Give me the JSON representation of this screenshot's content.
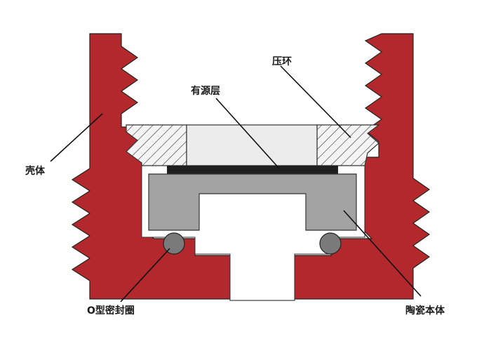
{
  "labels": {
    "shell": "壳体",
    "active_layer": "有源层",
    "press_ring": "压环",
    "o_ring": "O型密封圈",
    "ceramic_body": "陶瓷本体"
  },
  "colors": {
    "shell": "#b3282d",
    "press_ring_fill": "#f4f4f4",
    "active_layer": "#1f1f1f",
    "cavity": "#ffffff",
    "ceramic_body": "#a3a3a3",
    "o_ring": "#7a7a7a",
    "top_disc": "#ececec",
    "outline": "#333333"
  }
}
